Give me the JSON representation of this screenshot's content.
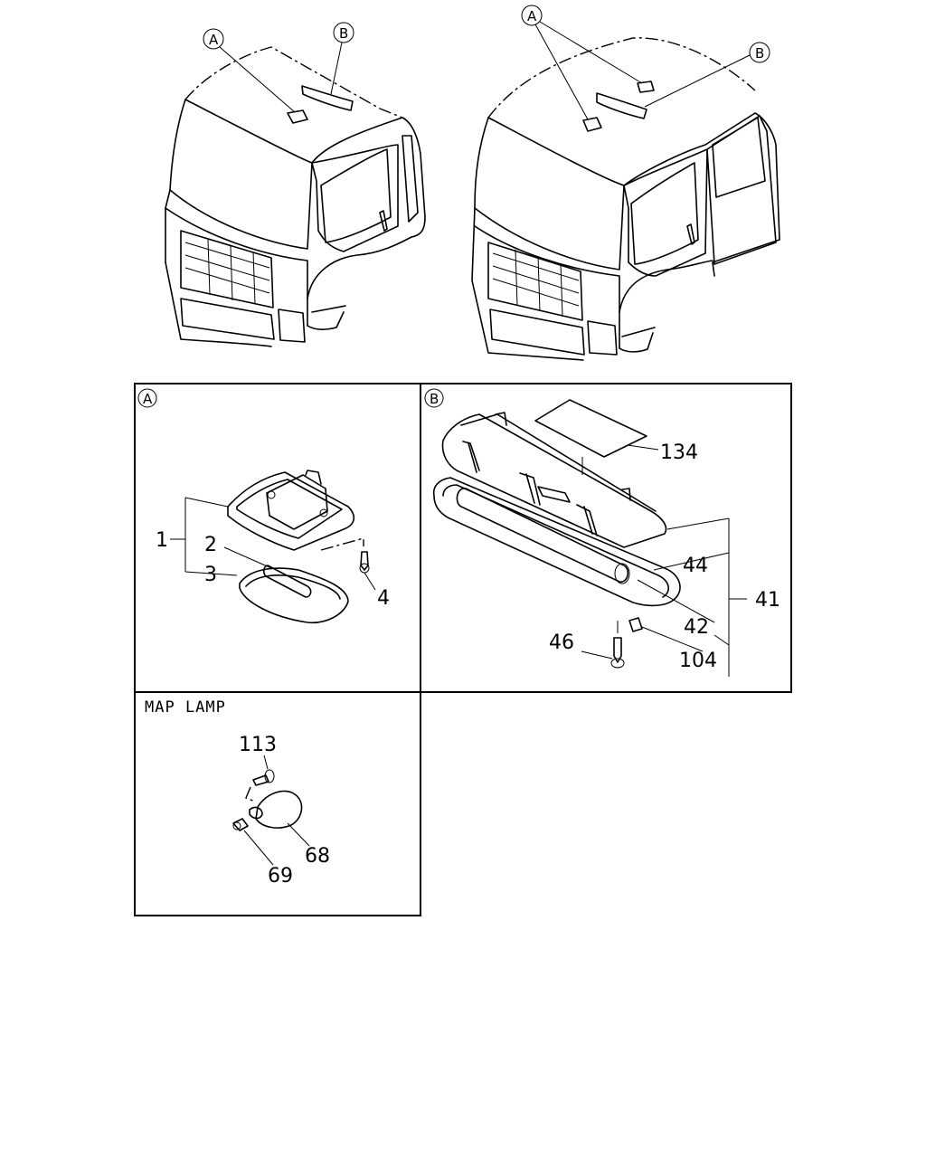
{
  "callouts": {
    "a": "A",
    "b": "B"
  },
  "panels": {
    "a": {
      "letter": "A"
    },
    "b": {
      "letter": "B"
    },
    "map": {
      "title": "MAP LAMP"
    }
  },
  "part_numbers": {
    "p1": "1",
    "p2": "2",
    "p3": "3",
    "p4": "4",
    "p134": "134",
    "p44": "44",
    "p41": "41",
    "p42": "42",
    "p46": "46",
    "p104": "104",
    "p113": "113",
    "p68": "68",
    "p69": "69"
  }
}
